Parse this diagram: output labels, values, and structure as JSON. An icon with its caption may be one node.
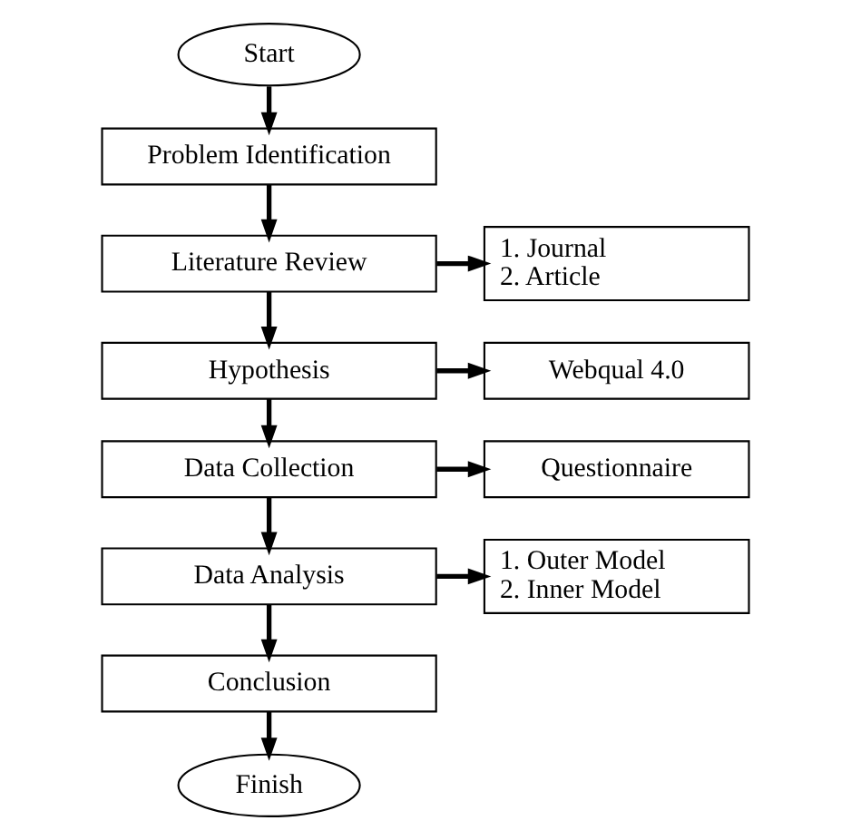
{
  "diagram": {
    "nodes": [
      {
        "text": [
          "Start"
        ]
      },
      {
        "text": [
          "Problem Identification"
        ]
      },
      {
        "text": [
          "Literature Review"
        ]
      },
      {
        "text": [
          "1. Journal",
          "2. Article"
        ]
      },
      {
        "text": [
          "Hypothesis"
        ]
      },
      {
        "text": [
          "Webqual 4.0"
        ]
      },
      {
        "text": [
          "Data Collection"
        ]
      },
      {
        "text": [
          "Questionnaire"
        ]
      },
      {
        "text": [
          "Data Analysis"
        ]
      },
      {
        "text": [
          "1. Outer Model",
          "2. Inner Model"
        ]
      },
      {
        "text": [
          "Conclusion"
        ]
      },
      {
        "text": [
          "Finish"
        ]
      }
    ],
    "edges": [
      {
        "from": 0,
        "to": 1,
        "arrow": "to"
      },
      {
        "from": 1,
        "to": 2,
        "arrow": "to"
      },
      {
        "from": 2,
        "to": 3,
        "arrow": "to"
      },
      {
        "from": 2,
        "to": 4,
        "arrow": "to"
      },
      {
        "from": 4,
        "to": 5,
        "arrow": "to"
      },
      {
        "from": 4,
        "to": 6,
        "arrow": "to"
      },
      {
        "from": 6,
        "to": 7,
        "arrow": "to"
      },
      {
        "from": 6,
        "to": 8,
        "arrow": "to"
      },
      {
        "from": 8,
        "to": 9,
        "arrow": "to"
      },
      {
        "from": 8,
        "to": 10,
        "arrow": "to"
      },
      {
        "from": 10,
        "to": 11,
        "arrow": "to"
      }
    ]
  }
}
